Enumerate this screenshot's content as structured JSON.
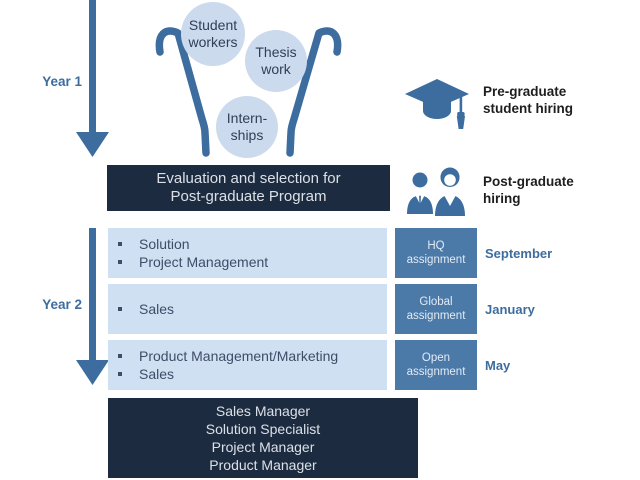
{
  "palette": {
    "accent_blue": "#3d6d9e",
    "assignment_blue": "#4b79a8",
    "light_blue": "#cfe0f3",
    "circle_blue": "#ccdaee",
    "dark_navy": "#1c2b3f",
    "row_text": "#3f4c66",
    "legend_text": "#1e1e1e"
  },
  "timeline": {
    "year1": "Year 1",
    "year2": "Year 2"
  },
  "funnel_circles": [
    {
      "line1": "Student",
      "line2": "workers"
    },
    {
      "line1": "Thesis",
      "line2": "work"
    },
    {
      "line1": "Intern-",
      "line2": "ships"
    }
  ],
  "legend": [
    {
      "icon": "graduation-cap",
      "line1": "Pre-graduate",
      "line2": "student hiring"
    },
    {
      "icon": "people",
      "line1": "Post-graduate",
      "line2": "hiring"
    }
  ],
  "evaluation_box": {
    "line1": "Evaluation and selection for",
    "line2": "Post-graduate Program"
  },
  "rows": [
    {
      "bullets": [
        "Solution",
        "Project Management"
      ],
      "assignment_line1": "HQ",
      "assignment_line2": "assignment",
      "month": "September"
    },
    {
      "bullets": [
        "Sales"
      ],
      "assignment_line1": "Global",
      "assignment_line2": "assignment",
      "month": "January"
    },
    {
      "bullets": [
        "Product Management/Marketing",
        "Sales"
      ],
      "assignment_line1": "Open",
      "assignment_line2": "assignment",
      "month": "May"
    }
  ],
  "outcome_box": {
    "line1": "Sales Manager",
    "line2": "Solution Specialist",
    "line3": "Project Manager",
    "line4": "Product Manager"
  }
}
